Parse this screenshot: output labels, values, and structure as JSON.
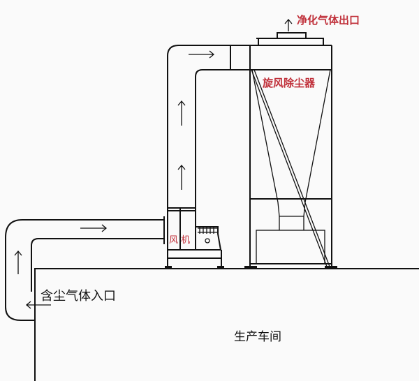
{
  "labels": {
    "clean_gas_outlet": "净化气体出口",
    "cyclone": "旋风除尘器",
    "fan": "风 机",
    "dusty_gas_inlet": "含尘气体入口",
    "workshop": "生产车间"
  },
  "colors": {
    "label_red": "#c0303a",
    "line": "#111111",
    "background": "#fafafa"
  }
}
